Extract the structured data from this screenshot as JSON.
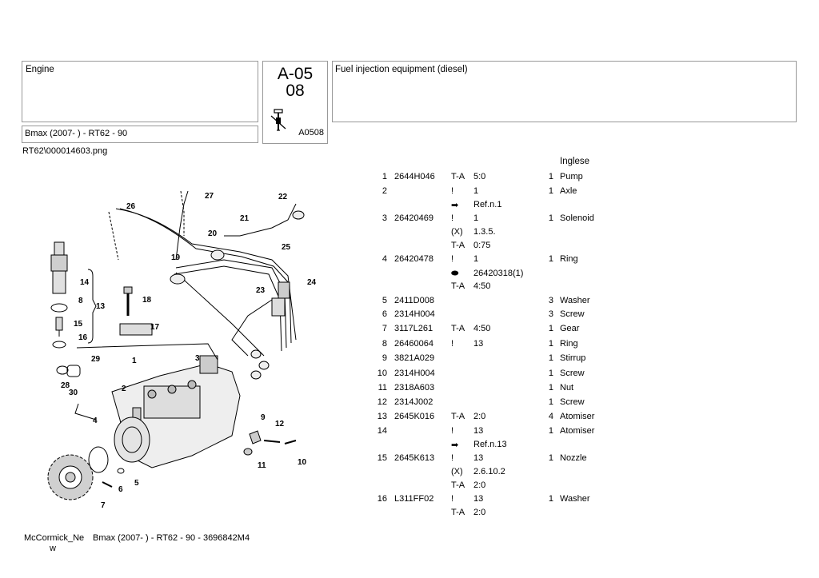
{
  "header": {
    "section": "Engine",
    "model": "Bmax (2007-    ) - RT62 - 90",
    "code_line1": "A-05",
    "code_line2": "08",
    "code_ref": "A0508",
    "title": "Fuel injection equipment (diesel)"
  },
  "file_ref": "RT62\\000014603.png",
  "language": "Inglese",
  "parts": [
    {
      "num": "1",
      "part": "2644H046",
      "code": "T-A",
      "val": "5:0",
      "qty": "1",
      "desc": "Pump"
    },
    {
      "num": "2",
      "part": "",
      "code": "!",
      "val": "1",
      "qty": "1",
      "desc": "Axle"
    },
    {
      "num": "",
      "part": "",
      "code": "➡",
      "val": "Ref.n.1",
      "qty": "",
      "desc": ""
    },
    {
      "num": "3",
      "part": "26420469",
      "code": "!",
      "val": "1",
      "qty": "1",
      "desc": "Solenoid"
    },
    {
      "num": "",
      "part": "",
      "code": "(X)",
      "val": "1.3.5.",
      "qty": "",
      "desc": ""
    },
    {
      "num": "",
      "part": "",
      "code": "T-A",
      "val": "0:75",
      "qty": "",
      "desc": ""
    },
    {
      "num": "4",
      "part": "26420478",
      "code": "!",
      "val": "1",
      "qty": "1",
      "desc": "Ring"
    },
    {
      "num": "",
      "part": "",
      "code": "⬬",
      "val": "26420318(1)",
      "qty": "",
      "desc": ""
    },
    {
      "num": "",
      "part": "",
      "code": "T-A",
      "val": "4:50",
      "qty": "",
      "desc": ""
    },
    {
      "num": "5",
      "part": "2411D008",
      "code": "",
      "val": "",
      "qty": "3",
      "desc": "Washer"
    },
    {
      "num": "6",
      "part": "2314H004",
      "code": "",
      "val": "",
      "qty": "3",
      "desc": "Screw"
    },
    {
      "num": "7",
      "part": "3117L261",
      "code": "T-A",
      "val": "4:50",
      "qty": "1",
      "desc": "Gear"
    },
    {
      "num": "8",
      "part": "26460064",
      "code": "!",
      "val": "13",
      "qty": "1",
      "desc": "Ring"
    },
    {
      "num": "9",
      "part": "3821A029",
      "code": "",
      "val": "",
      "qty": "1",
      "desc": "Stirrup"
    },
    {
      "num": "10",
      "part": "2314H004",
      "code": "",
      "val": "",
      "qty": "1",
      "desc": "Screw"
    },
    {
      "num": "11",
      "part": "2318A603",
      "code": "",
      "val": "",
      "qty": "1",
      "desc": "Nut"
    },
    {
      "num": "12",
      "part": "2314J002",
      "code": "",
      "val": "",
      "qty": "1",
      "desc": "Screw"
    },
    {
      "num": "13",
      "part": "2645K016",
      "code": "T-A",
      "val": "2:0",
      "qty": "4",
      "desc": "Atomiser"
    },
    {
      "num": "14",
      "part": "",
      "code": "!",
      "val": "13",
      "qty": "1",
      "desc": "Atomiser"
    },
    {
      "num": "",
      "part": "",
      "code": "➡",
      "val": "Ref.n.13",
      "qty": "",
      "desc": ""
    },
    {
      "num": "15",
      "part": "2645K613",
      "code": "!",
      "val": "13",
      "qty": "1",
      "desc": "Nozzle"
    },
    {
      "num": "",
      "part": "",
      "code": "(X)",
      "val": "2.6.10.2",
      "qty": "",
      "desc": ""
    },
    {
      "num": "",
      "part": "",
      "code": "T-A",
      "val": "2:0",
      "qty": "",
      "desc": ""
    },
    {
      "num": "16",
      "part": "L311FF02",
      "code": "!",
      "val": "13",
      "qty": "1",
      "desc": "Washer"
    },
    {
      "num": "",
      "part": "",
      "code": "T-A",
      "val": "2:0",
      "qty": "",
      "desc": ""
    }
  ],
  "callouts": [
    "1",
    "2",
    "3",
    "4",
    "5",
    "6",
    "7",
    "8",
    "9",
    "10",
    "11",
    "12",
    "13",
    "14",
    "15",
    "16",
    "17",
    "18",
    "19",
    "20",
    "21",
    "22",
    "23",
    "24",
    "25",
    "26",
    "27",
    "28",
    "29",
    "30"
  ],
  "footer": {
    "brand_line1": "McCormick_Ne",
    "brand_line2": "w",
    "model": "Bmax (2007-    ) - RT62 - 90 - 3696842M4"
  }
}
